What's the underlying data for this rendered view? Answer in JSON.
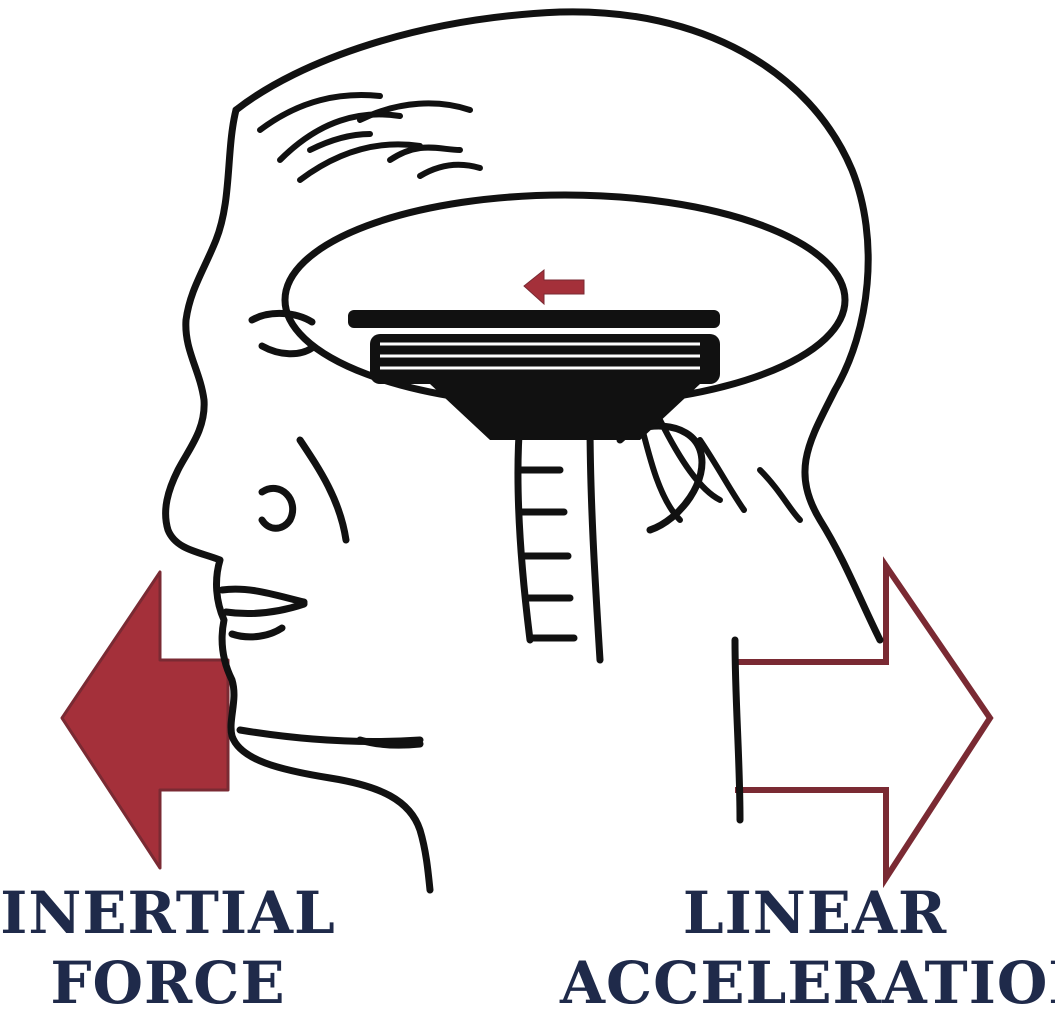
{
  "labels": {
    "inertial_line1": "INERTIAL",
    "inertial_line2": "FORCE",
    "linear_line1": "LINEAR",
    "linear_line2": "ACCELERATION"
  },
  "colors": {
    "label_text": "#1f2a4a",
    "arrow_fill": "#a4303a",
    "arrow_outline": "#7a2a33",
    "line_art": "#111111",
    "background": "#ffffff"
  },
  "icons": {
    "left_arrow": "inertial-force-arrow-icon",
    "right_arrow": "linear-acceleration-arrow-icon",
    "small_arrow": "otolith-shift-arrow-icon"
  }
}
